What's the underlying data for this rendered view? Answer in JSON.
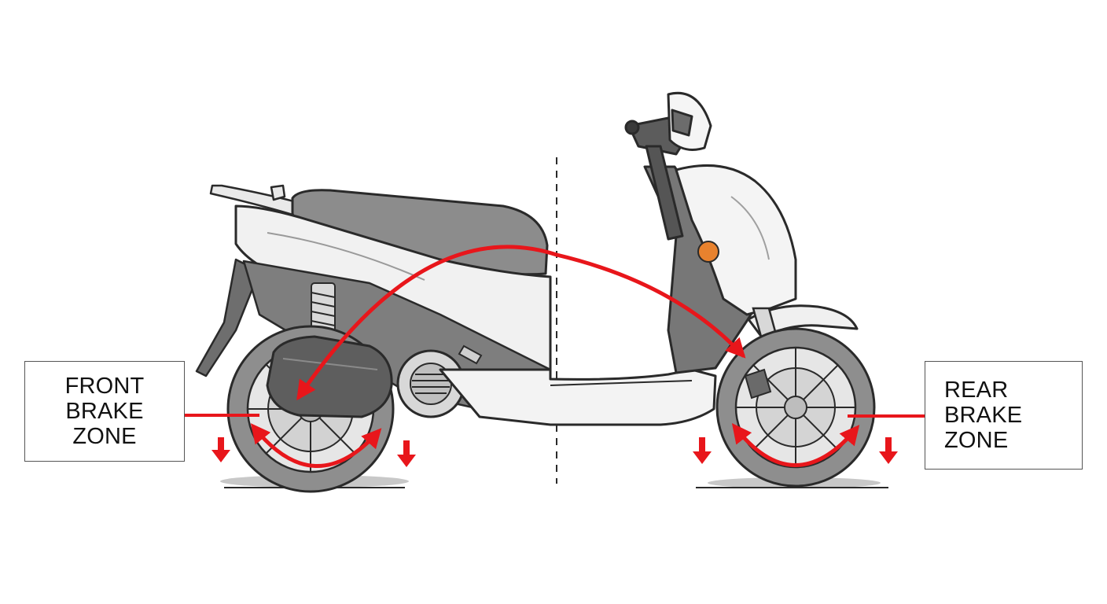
{
  "diagram": {
    "colors": {
      "accent": "#e8161b",
      "line": "#2a2a2a",
      "body_light": "#f1f1f1",
      "body_dark": "#8a8a8a",
      "indicator": "#e8822e"
    },
    "front_zone": {
      "lines": [
        "FRONT",
        "BRAKE",
        "ZONE"
      ]
    },
    "rear_zone": {
      "lines": [
        "REAR",
        "BRAKE",
        "ZONE"
      ]
    }
  }
}
